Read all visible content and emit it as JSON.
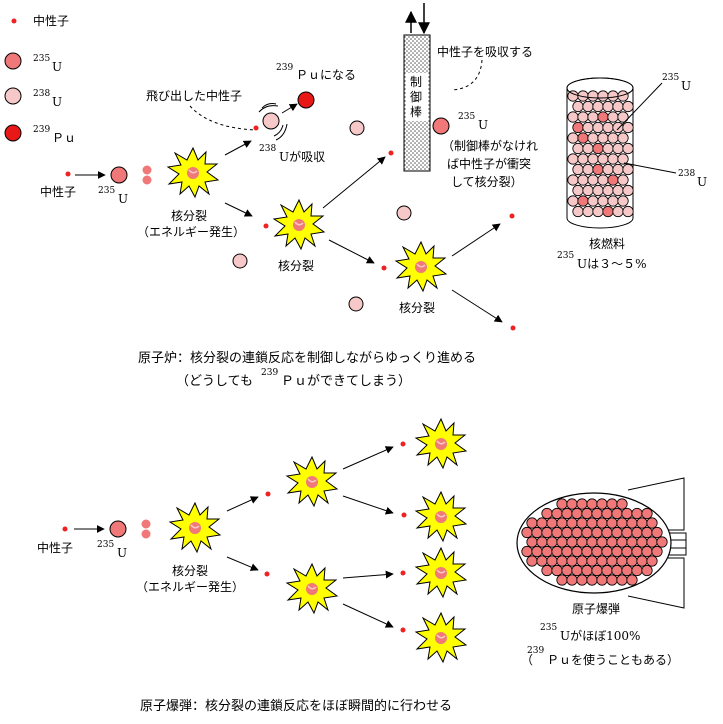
{
  "legend": {
    "neutron": "中性子",
    "u235": {
      "mass": "235",
      "symbol": "U"
    },
    "u238": {
      "mass": "238",
      "symbol": "U"
    },
    "pu239": {
      "mass": "239",
      "symbol": "Ｐｕ"
    }
  },
  "reactor": {
    "neutron_label": "中性子",
    "u235": {
      "mass": "235",
      "symbol": "U"
    },
    "fission_label": "核分裂",
    "energy_label": "（エネルギー発生）",
    "fission_label_2": "核分裂",
    "fission_label_3": "核分裂",
    "escaped_neutron": "飛び出した中性子",
    "pu_mass": "239",
    "pu_text": "Ｐｕになる",
    "u238_absorb_mass": "238",
    "u238_absorb_text": "Uが吸収",
    "control_rod_absorb": "中性子を吸収する",
    "control_rod_label": [
      "制",
      "御",
      "棒"
    ],
    "u235_rod": {
      "mass": "235",
      "symbol": "U"
    },
    "rod_note": [
      "（制御棒がなけれ",
      "ば中性子が衝突",
      "して核分裂）"
    ],
    "fuel_u235": {
      "mass": "235",
      "symbol": "U"
    },
    "fuel_u238": {
      "mass": "238",
      "symbol": "U"
    },
    "fuel_title": "核燃料",
    "fuel_mass": "235",
    "fuel_text": "Uは３～５%",
    "caption": "原子炉：核分裂の連鎖反応を制御しながらゆっくり進める",
    "sub_open": "（どうしても",
    "sub_mass": "239",
    "sub_text": "Ｐｕができてしまう）"
  },
  "bomb": {
    "neutron_label": "中性子",
    "u235": {
      "mass": "235",
      "symbol": "U"
    },
    "fission_label": "核分裂",
    "energy_label": "（エネルギー発生）",
    "title": "原子爆弾",
    "mass1": "235",
    "text1": "Uがほぼ100%",
    "sub_open": "（",
    "mass2": "239",
    "text2": "Ｐｕを使うこともある）",
    "caption": "原子爆弾：核分裂の連鎖反応をほぼ瞬間的に行わせる"
  },
  "colors": {
    "neutron": "#ee2222",
    "u235": "#f07878",
    "u238": "#f6c8c8",
    "pu239": "#e81818",
    "burst": "#ffff00"
  }
}
